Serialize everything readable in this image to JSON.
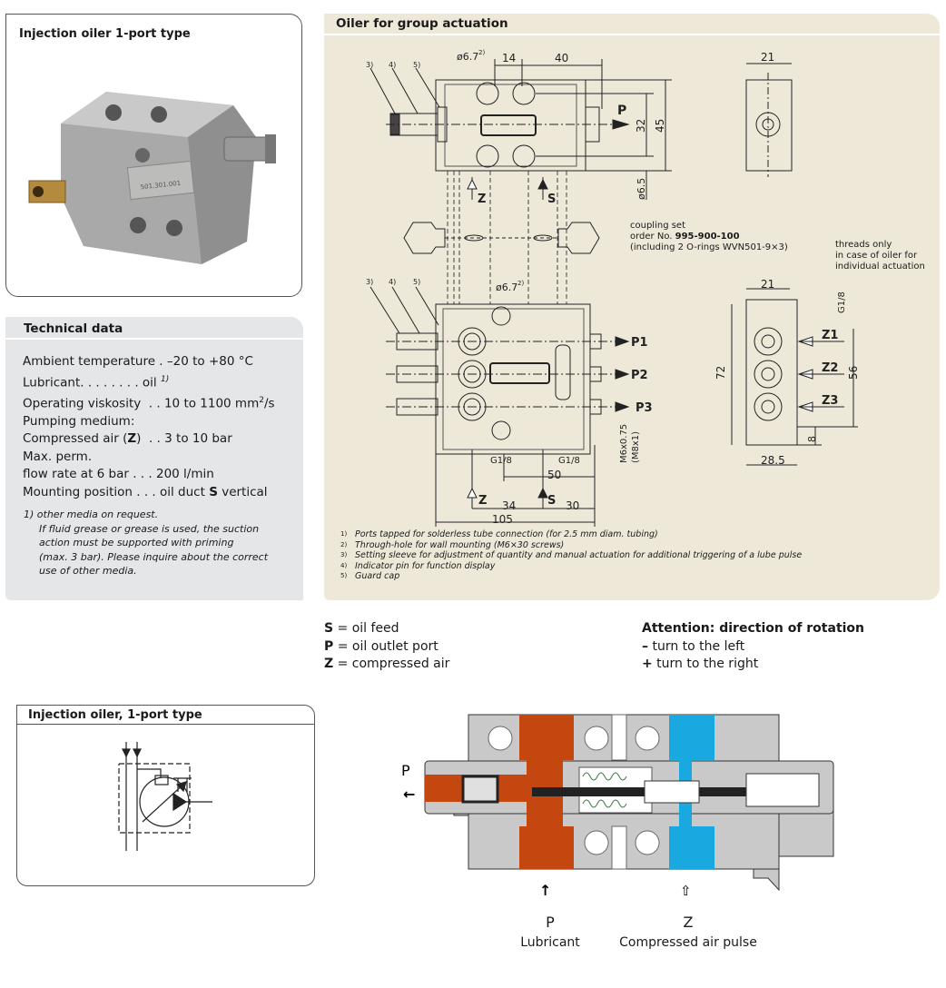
{
  "photo_panel": {
    "title": "Injection oiler 1-port type",
    "part_label": "501.301.001"
  },
  "technical_data": {
    "title": "Technical data",
    "rows": [
      {
        "label": "Ambient temperature . ",
        "value": "–20 to +80 °C"
      },
      {
        "label": "Lubricant. . . . . . . . ",
        "value": "oil",
        "sup": "1)"
      },
      {
        "label": "Operating viskosity  . . ",
        "value": "10 to 1100 mm",
        "sup": "2",
        "suffix": "/s"
      },
      {
        "label": "Pumping medium:",
        "value": ""
      },
      {
        "label": "Compressed air (",
        "bold": "Z",
        "label2": ")  . . ",
        "value": "3 to 10 bar"
      },
      {
        "label": "Max. perm.",
        "value": ""
      },
      {
        "label": "flow rate at 6 bar . . . ",
        "value": "200 l/min"
      },
      {
        "label": "Mounting position . . . ",
        "value": "oil duct ",
        "bold": "S",
        "suffix": " vertical"
      }
    ],
    "note_marker": "1)",
    "note_lines": [
      "other media on request.",
      "If fluid grease or grease is used, the suction",
      "action must be supported with priming",
      "(max. 3 bar). Please inquire about the correct",
      "use of other media."
    ]
  },
  "drawing_panel": {
    "title": "Oiler for group actuation",
    "dims": {
      "c3": "3)",
      "c4": "4)",
      "c5": "5)",
      "d67": "ø6.7",
      "d67sup": "2)",
      "d14": "14",
      "d40": "40",
      "p": "P",
      "d32": "32",
      "d45": "45",
      "d65": "ø6.5",
      "z": "Z",
      "s": "S",
      "d21": "21",
      "p1": "P1",
      "p2": "P2",
      "p3": "P3",
      "g18": "G1/8",
      "d50": "50",
      "d34": "34",
      "d30": "30",
      "d105": "105",
      "m6": "M6x0.75",
      "m8": "(M8x1)",
      "z1": "Z1",
      "z2": "Z2",
      "z3": "Z3",
      "d72": "72",
      "d56": "56",
      "d8": "8",
      "d285": "28.5"
    },
    "coupling": {
      "line1": "coupling set",
      "line2_prefix": "order No. ",
      "order_no": "995-900-100",
      "line3": "(including 2 O-rings  WVN501-9×3)"
    },
    "threads_note": [
      "threads only",
      "in case of oiler for",
      "individual actuation"
    ],
    "footnotes": [
      {
        "n": "1)",
        "text": "Ports tapped for solderless tube connection (for 2.5 mm diam. tubing)"
      },
      {
        "n": "2)",
        "text": "Through-hole for wall mounting (M6×30 screws)"
      },
      {
        "n": "3)",
        "text": "Setting sleeve for adjustment of quantity and manual actuation for additional triggering of a lube pulse"
      },
      {
        "n": "4)",
        "text": "Indicator pin for function display"
      },
      {
        "n": "5)",
        "text": "Guard cap"
      }
    ]
  },
  "legend": [
    {
      "key": "S",
      "text": " = oil feed"
    },
    {
      "key": "P",
      "text": " = oil outlet port"
    },
    {
      "key": "Z",
      "text": " = compressed air"
    }
  ],
  "rotation": {
    "title": "Attention: direction of rotation",
    "items": [
      {
        "sign": "–",
        "text": " turn to the left"
      },
      {
        "sign": "+",
        "text": " turn to the right"
      }
    ]
  },
  "schematic_panel": {
    "title": "Injection oiler, 1-port type"
  },
  "cross_section": {
    "colors": {
      "lubricant": "#c4470f",
      "air": "#19a8df",
      "body": "#c9c9c9"
    },
    "out_label": "P",
    "labels": [
      {
        "key": "P",
        "caption": "Lubricant"
      },
      {
        "key": "Z",
        "caption": "Compressed air pulse"
      }
    ]
  }
}
